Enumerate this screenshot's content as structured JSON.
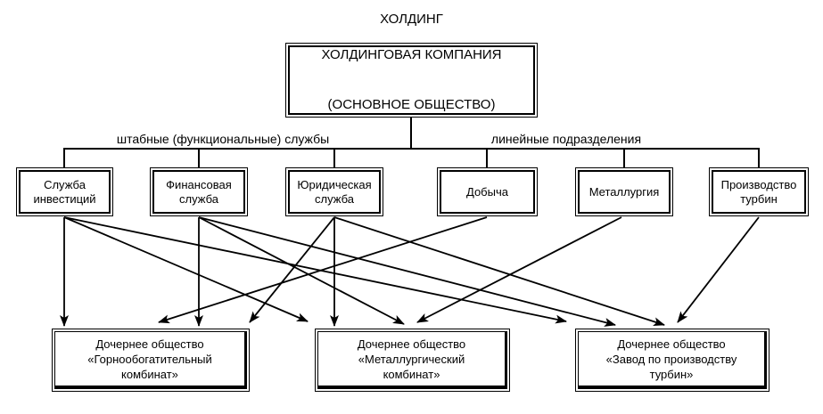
{
  "diagram_title": "ХОЛДИНГ",
  "root": {
    "line1": "ХОЛДИНГОВАЯ КОМПАНИЯ",
    "line2": "(ОСНОВНОЕ ОБЩЕСТВО)"
  },
  "group_labels": {
    "staff": "штабные (функциональные) службы",
    "line": "линейные подразделения"
  },
  "staff_services": [
    {
      "label": "Служба\nинвестиций"
    },
    {
      "label": "Финансовая\nслужба"
    },
    {
      "label": "Юридическая\nслужба"
    }
  ],
  "line_divisions": [
    {
      "label": "Добыча"
    },
    {
      "label": "Металлургия"
    },
    {
      "label": "Производство\nтурбин"
    }
  ],
  "subsidiaries": [
    {
      "label": "Дочернее общество\n«Горнообогатительный\nкомбинат»"
    },
    {
      "label": "Дочернее общество\n«Металлургический\nкомбинат»"
    },
    {
      "label": "Дочернее общество\n«Завод по производству\nтурбин»"
    }
  ],
  "colors": {
    "line": "#000000",
    "background": "#ffffff",
    "text": "#000000"
  }
}
